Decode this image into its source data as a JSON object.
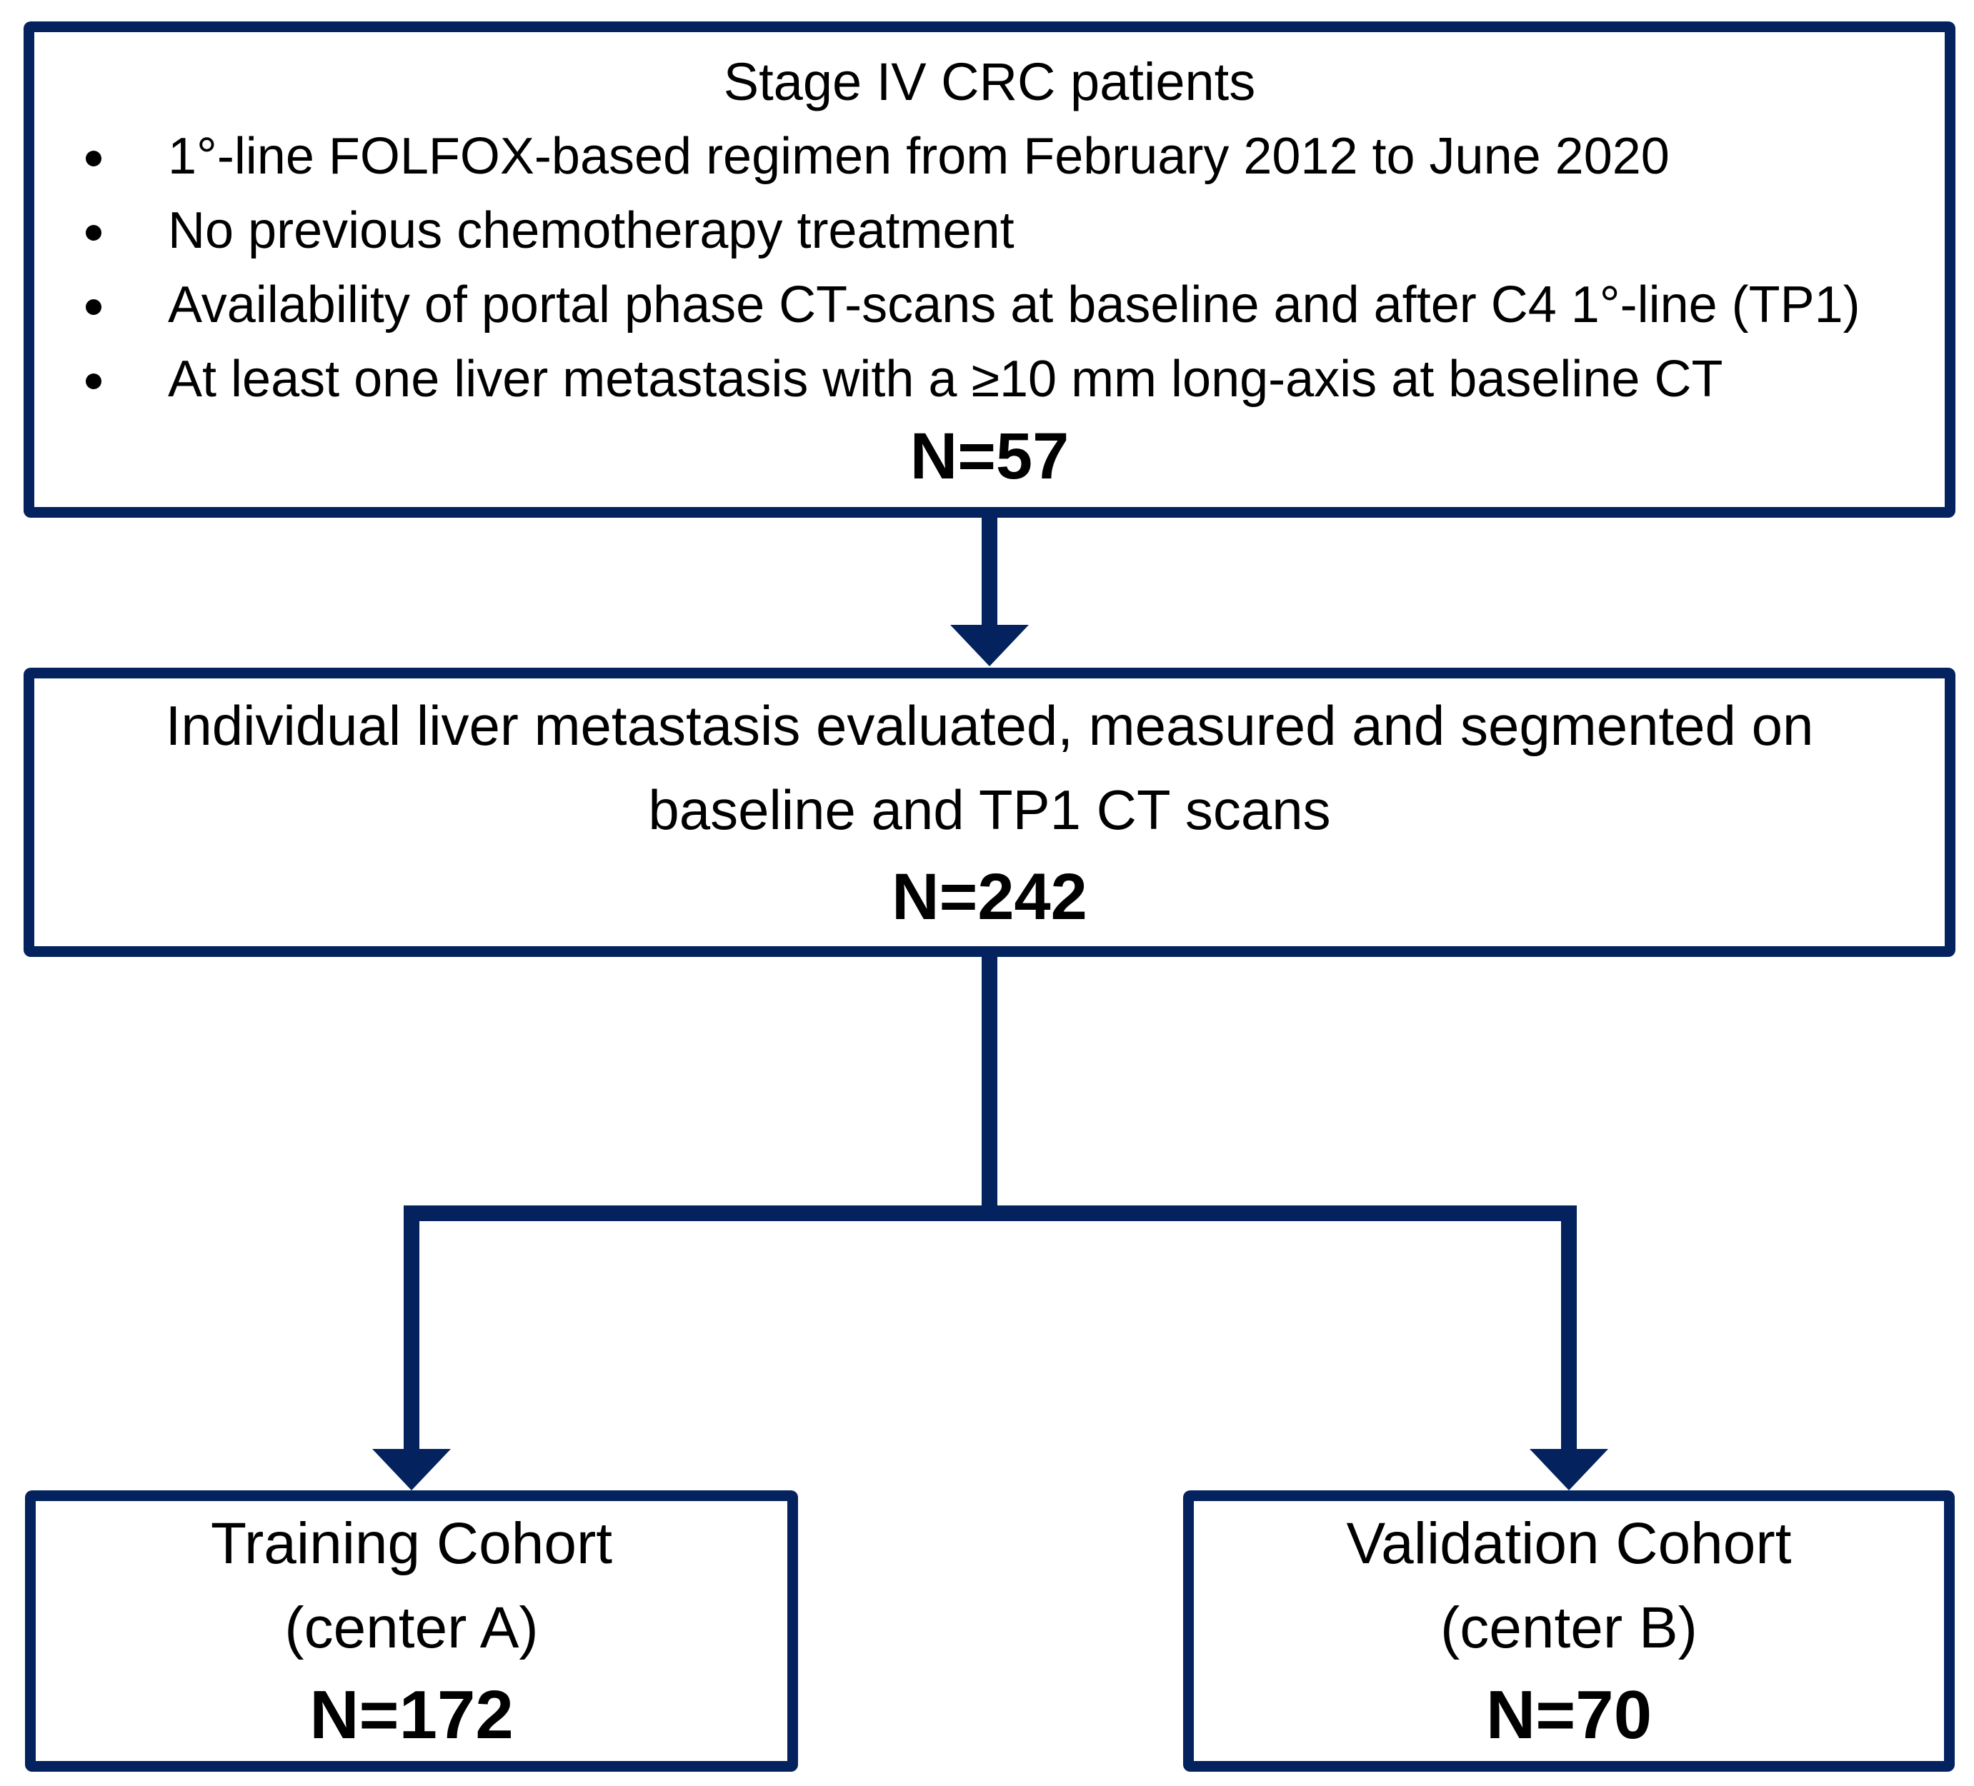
{
  "colors": {
    "accent": "#03225E",
    "text": "#000000",
    "background": "#FFFFFF"
  },
  "top_box": {
    "title": "Stage IV CRC patients",
    "bullets": [
      "1°-line FOLFOX-based regimen from February 2012 to June 2020",
      "No previous chemotherapy treatment",
      "Availability of portal phase CT-scans at baseline and after C4 1°-line (TP1)",
      "At least one liver metastasis with a ≥10 mm long-axis at baseline CT"
    ],
    "count": "N=57"
  },
  "middle_box": {
    "line1": "Individual liver metastasis evaluated, measured and segmented on",
    "line2": "baseline and TP1 CT scans",
    "count": "N=242"
  },
  "bottom_boxes": [
    {
      "title": "Training Cohort",
      "subtitle": "(center A)",
      "count": "N=172"
    },
    {
      "title": "Validation Cohort",
      "subtitle": "(center B)",
      "count": "N=70"
    }
  ]
}
